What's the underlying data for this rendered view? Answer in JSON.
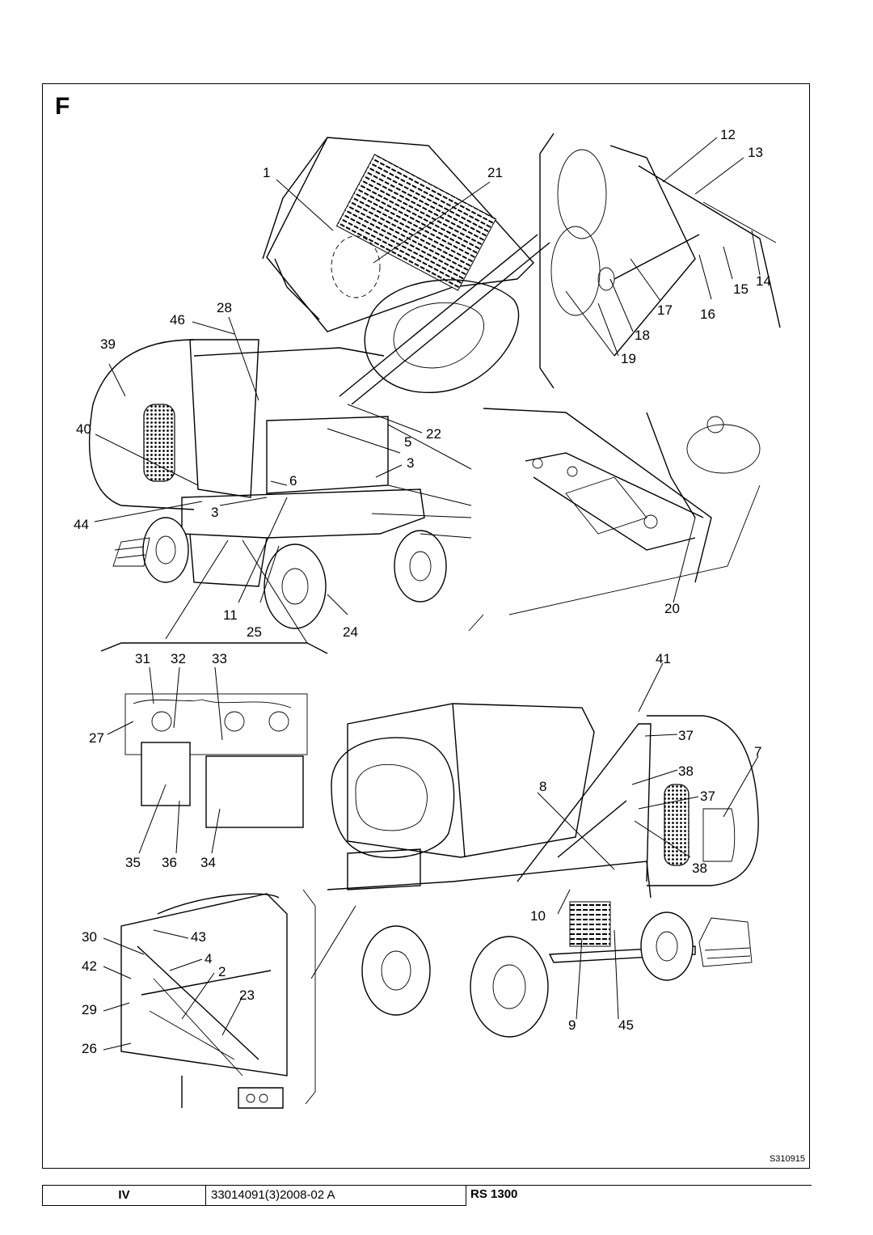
{
  "figure": {
    "letter": "F",
    "drawing_code": "S310915"
  },
  "callouts": [
    "1",
    "21",
    "12",
    "13",
    "46",
    "28",
    "39",
    "40",
    "44",
    "3",
    "5",
    "22",
    "6",
    "3",
    "11",
    "25",
    "24",
    "20",
    "17",
    "16",
    "15",
    "14",
    "18",
    "19",
    "31",
    "32",
    "33",
    "41",
    "27",
    "37",
    "7",
    "38",
    "8",
    "37",
    "38",
    "35",
    "36",
    "34",
    "10",
    "30",
    "43",
    "42",
    "4",
    "2",
    "23",
    "29",
    "26",
    "9",
    "45"
  ],
  "footer": {
    "page": "IV",
    "doc_number": "33014091(3)2008-02 A",
    "model": "RS 1300"
  }
}
